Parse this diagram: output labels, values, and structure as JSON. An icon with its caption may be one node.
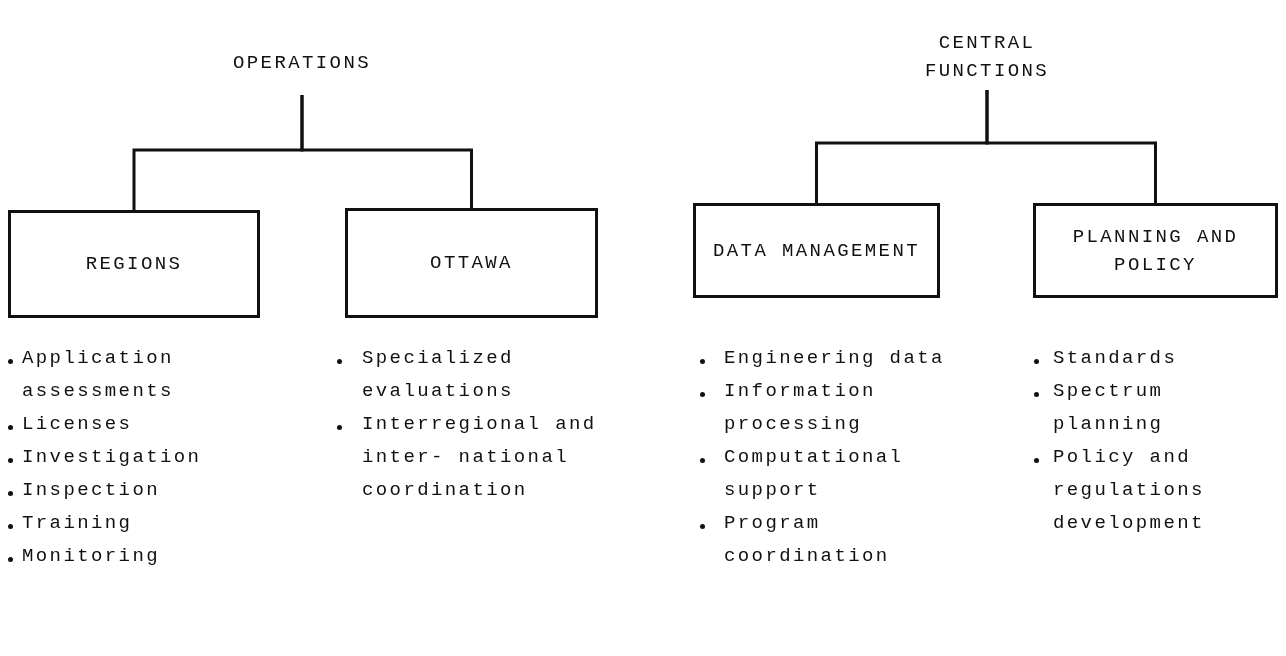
{
  "diagram": {
    "nodes": [
      {
        "text": [
          "OPERATIONS"
        ]
      },
      {
        "text": [
          "REGIONS"
        ],
        "beside": [
          "Application assessments",
          "Licenses",
          "Investigation",
          "Inspection",
          "Training",
          "Monitoring"
        ]
      },
      {
        "text": [
          "OTTAWA"
        ],
        "beside": [
          "Specialized evaluations",
          "Interregional and inter- national coordination"
        ]
      },
      {
        "text": [
          "CENTRAL FUNCTIONS"
        ]
      },
      {
        "text": [
          "DATA MANAGEMENT"
        ],
        "beside": [
          "Engineering data",
          "Information processing",
          "Computational support",
          "Program coordination"
        ]
      },
      {
        "text": [
          "PLANNING AND POLICY"
        ],
        "beside": [
          "Standards",
          "Spectrum planning",
          "Policy and regulations development"
        ]
      }
    ],
    "edges": [
      {
        "from": 0,
        "to": 1,
        "arrow": "none"
      },
      {
        "from": 0,
        "to": 2,
        "arrow": "none"
      },
      {
        "from": 3,
        "to": 4,
        "arrow": "none"
      },
      {
        "from": 3,
        "to": 5,
        "arrow": "none"
      }
    ]
  }
}
